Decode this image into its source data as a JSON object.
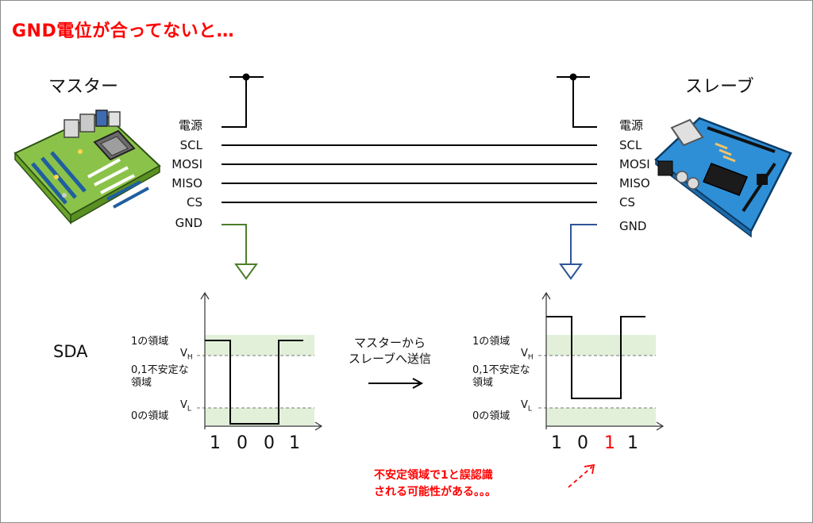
{
  "title": "GND電位が合ってないと…",
  "master": {
    "label": "マスター"
  },
  "slave": {
    "label": "スレーブ"
  },
  "signals": [
    "電源",
    "SCL",
    "MOSI",
    "MISO",
    "CS",
    "GND"
  ],
  "sda_label": "SDA",
  "waveform_left": {
    "region_1": "1の領域",
    "region_unstable": [
      "0,1不安定な",
      "領域"
    ],
    "region_0": "0の領域",
    "vh": "V",
    "vh_sub": "H",
    "vl": "V",
    "vl_sub": "L",
    "bits": [
      "1",
      "0",
      "0",
      "1"
    ]
  },
  "waveform_right": {
    "region_1": "1の領域",
    "region_unstable": [
      "0,1不安定な",
      "領域"
    ],
    "region_0": "0の領域",
    "vh": "V",
    "vh_sub": "H",
    "vl": "V",
    "vl_sub": "L",
    "bits": [
      "1",
      "0",
      "1",
      "1"
    ],
    "error_bit_index": 2
  },
  "transfer_text": [
    "マスターから",
    "スレーブへ送信"
  ],
  "note": [
    "不安定領域で1と誤認識",
    "される可能性がある。。。"
  ],
  "colors": {
    "title": "#ff0000",
    "gnd_master": "#4d7f2a",
    "gnd_slave": "#2f5597",
    "region_fill": "#e2f0d9",
    "error_bit": "#ff0000",
    "master_board": "#7dbb2a",
    "slave_board": "#2e8fd6"
  },
  "icons": [
    "master-motherboard-icon",
    "slave-arduino-board-icon"
  ]
}
